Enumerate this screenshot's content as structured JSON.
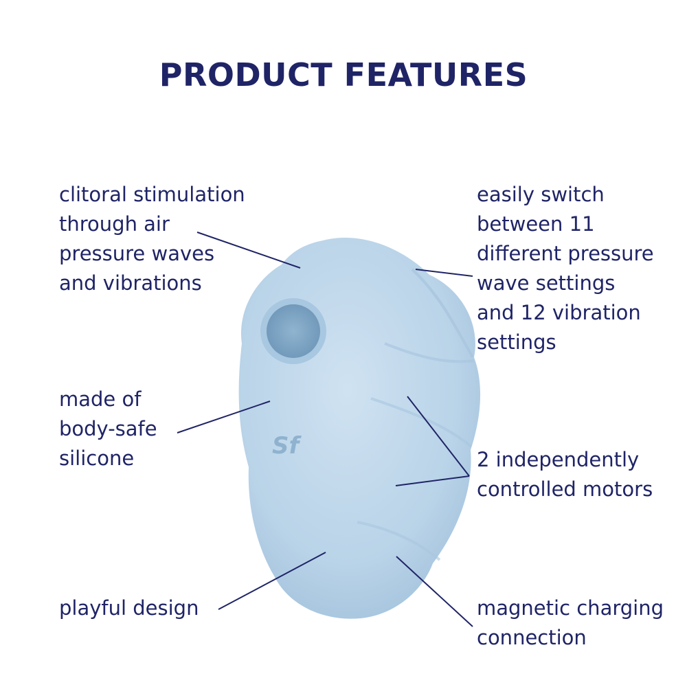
{
  "title": "PRODUCT FEATURES",
  "features": {
    "air_pressure": "clitoral stimulation\nthrough air\npressure waves\nand vibrations",
    "switch_settings": "easily switch\nbetween 11\ndifferent pressure\nwave settings\nand 12 vibration\nsettings",
    "silicone": "made of\nbody-safe\nsilicone",
    "motors": "2 independently\ncontrolled motors",
    "design": "playful design",
    "charging": "magnetic charging\nconnection"
  },
  "product": {
    "logo_text": "Sf",
    "body_color": "#bcd6ea",
    "shadow_color": "#9dbfdb",
    "opening_color": "#7ea6c4"
  },
  "colors": {
    "text": "#1f2466",
    "leader_lines": "#1f2466",
    "background": "#ffffff"
  }
}
